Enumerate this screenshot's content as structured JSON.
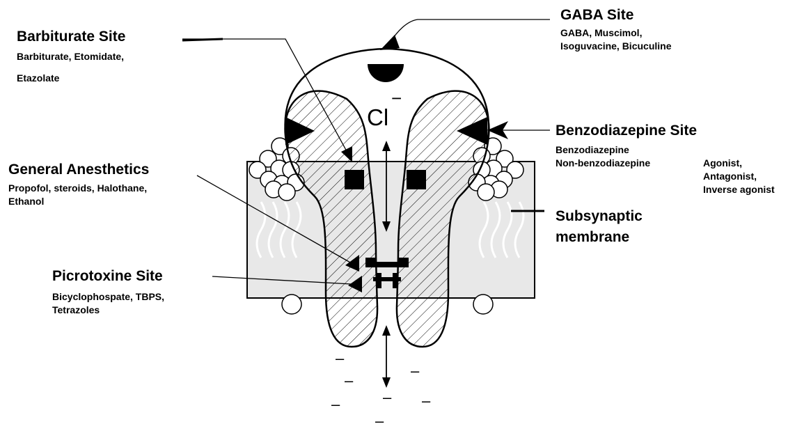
{
  "labels": {
    "gaba": {
      "title": "GABA Site",
      "lines": [
        "GABA, Muscimol,",
        "Isoguvacine, Bicuculine"
      ]
    },
    "barbiturate": {
      "title": "Barbiturate Site",
      "lines": [
        "Barbiturate, Etomidate,",
        "Etazolate"
      ]
    },
    "benzodiazepine": {
      "title": "Benzodiazepine Site",
      "lines": [
        "Benzodiazepine",
        "Non-benzodiazepine"
      ],
      "lines_right": [
        "Agonist,",
        "Antagonist,",
        "Inverse agonist"
      ]
    },
    "general_anesthetics": {
      "title": "General Anesthetics",
      "lines": [
        "Propofol, steroids, Halothane,",
        "Ethanol"
      ]
    },
    "picrotoxine": {
      "title": "Picrotoxine Site",
      "lines": [
        "Bicyclophospate, TBPS,",
        "Tetrazoles"
      ]
    },
    "membrane": {
      "lines": [
        "Subsynaptic",
        "membrane"
      ]
    }
  },
  "ion": {
    "symbol": "Cl",
    "charge": "−",
    "minus": "–"
  },
  "colors": {
    "ink": "#000000",
    "membrane": "#e8e8e8",
    "background": "#ffffff"
  }
}
